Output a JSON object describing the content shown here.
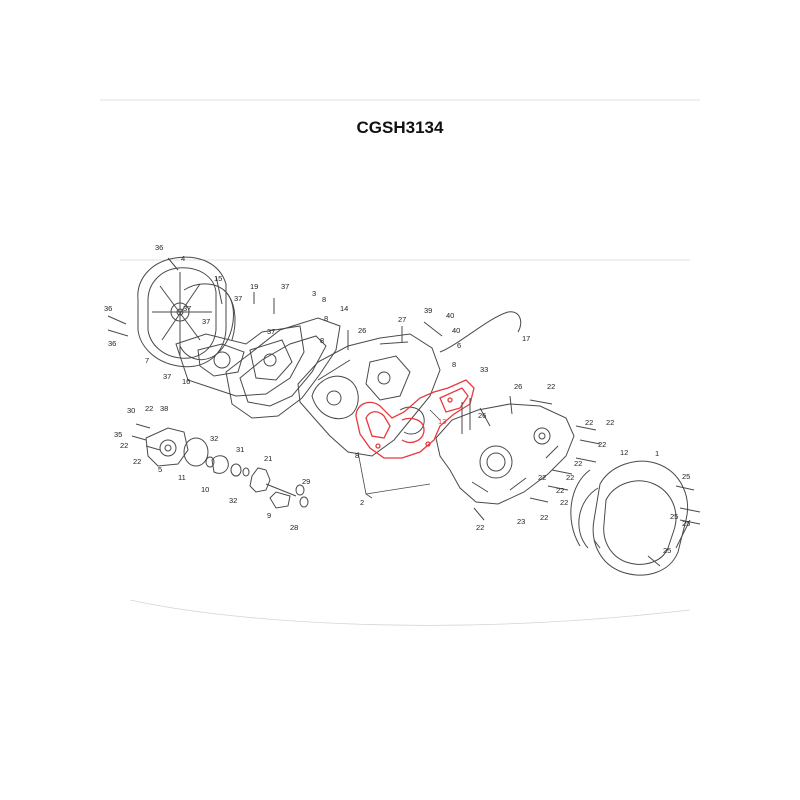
{
  "title": "CGSH3134",
  "colors": {
    "line": "#4a4a4a",
    "highlight": "#e8383d",
    "faint": "#c8c8c8",
    "background": "#ffffff"
  },
  "callouts": [
    "36",
    "4",
    "15",
    "19",
    "37",
    "3",
    "8",
    "14",
    "37",
    "37",
    "26",
    "8",
    "36",
    "36",
    "37",
    "37",
    "27",
    "39",
    "40",
    "40",
    "6",
    "17",
    "7",
    "37",
    "16",
    "8",
    "8",
    "33",
    "26",
    "13",
    "26",
    "22",
    "30",
    "22",
    "38",
    "35",
    "22",
    "32",
    "31",
    "22",
    "5",
    "11",
    "10",
    "32",
    "21",
    "29",
    "9",
    "28",
    "22",
    "22",
    "22",
    "22",
    "12",
    "1",
    "22",
    "22",
    "25",
    "22",
    "22",
    "23",
    "22",
    "25",
    "25",
    "25",
    "2",
    "22",
    "8"
  ]
}
